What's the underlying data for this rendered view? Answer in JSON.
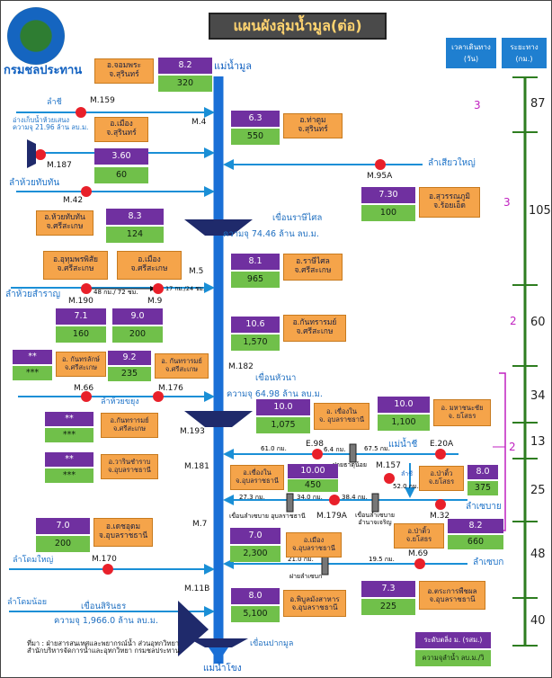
{
  "title": "แผนผังลุ่มน้ำมูล(ต่อ)",
  "logo_text": "กรมชลประทาน",
  "river_mun_top": "แม่น้ำมูล",
  "river_mun_bottom": "แม่น้ำโขง",
  "river_chi": "แม่น้ำชี",
  "right_headers": {
    "travel_time": "เวลาเดินทาง\n(วัน)",
    "distance": "ระยะทาง\n(กม.)"
  },
  "tributaries": [
    "ลำชี",
    "ลำห้วยทับทัน",
    "ลำห้วยสำราญ",
    "ลำห้วยขยุง",
    "ลำโดมใหญ่",
    "ลำโดมน้อย",
    "ลำเสียวใหญ่",
    "ลำเซบาย",
    "ลำเซบก"
  ],
  "reservoir_note": "อ่างเก็บน้ำห้วยเสนง\nความจุ 21.96 ล้าน ลบ.ม.",
  "stations": [
    "M.159",
    "M.4",
    "M.187",
    "M.95A",
    "M.42",
    "M.5",
    "M.190",
    "M.9",
    "M.182",
    "M.66",
    "M.176",
    "M.193",
    "M.181",
    "E.98",
    "E.20A",
    "M.157",
    "M.7",
    "M.179A",
    "M.32",
    "M.170",
    "M.69",
    "M.11B"
  ],
  "dams": {
    "rasi_salai": {
      "name": "เขื่อนราษีไศล",
      "capacity": "ความจุ 74.46 ล้าน ลบ.ม."
    },
    "hua_na": {
      "name": "เขื่อนหัวนา",
      "capacity": "ความจุ 64.98 ล้าน ลบ.ม."
    },
    "sirindhorn": {
      "name": "เขื่อนสิรินธร",
      "capacity": "ความจุ 1,966.0 ล้าน ลบ.ม."
    },
    "pak_mun": {
      "name": "เขื่อนปากมูล"
    }
  },
  "small_labels": {
    "d_48_72": "48 กม./ 72 ชม.",
    "d_17_24": "17 กม./24 ชม.",
    "d_61": "61.0 กม.",
    "d_6_4": "6.4 กม.",
    "d_67_5": "67.5 กม.",
    "chi_river_mouth": "ฝายธาตุน้อย",
    "d_27_3": "27.3 กม.",
    "d_34": "34.0 กม.",
    "d_38_4": "38.4 กม.",
    "d_52": "52.0 กม.",
    "weir_sebai_ub": "เขื่อนลำเซบาย อุบลราชธานี",
    "weir_sebai_am": "เขื่อนลำเซบาย\nอำนาจเจริญ",
    "d_21": "21.0 กม.",
    "d_19_5": "19.5 กม.",
    "weir_sebok": "ฝายลำเซบก",
    "chi_label_vertical": "ลำชี"
  },
  "districts": {
    "chom_phra": "อ.จอมพระ\nจ.สุรินทร์",
    "tha_tum": "อ.ท่าตูม\nจ.สุรินทร์",
    "mueang_surin": "อ.เมือง\nจ.สุรินทร์",
    "suwannaphum": "อ.สุวรรณภูมิ\nจ.ร้อยเอ็ด",
    "huai_thap_than": "อ.ห้วยทับทัน\nจ.ศรีสะเกษ",
    "uthumphon": "อ.อุทุมพรพิสัย\nจ.ศรีสะเกษ",
    "mueang_sisaket": "อ.เมือง\nจ.ศรีสะเกษ",
    "rasi_salai": "อ.ราษีไศล\nจ.ศรีสะเกษ",
    "kanthararom1": "อ.กันทรารมย์\nจ.ศรีสะเกษ",
    "kanthararak": "อ. กันทรลักษ์\nจ.ศรีสะเกษ",
    "kanthararom2": "อ. กันทรารมย์\nจ.ศรีสะเกษ",
    "khueang_nai1": "อ. เขื่องใน\nจ. อุบลราชธานี",
    "maha_chana_chai": "อ. มหาชนะชัย\nจ. ยโสธร",
    "kanthararom3": "อ.กันทรารมย์\nจ.ศรีสะเกษ",
    "khueang_nai2": "อ.เขื่องใน\nจ.อุบลราชธานี",
    "pa_tio1": "อ.ป่าติ้ว\nจ.ยโสธร",
    "warin_chamrap": "อ.วารินชำราบ\nจ.อุบลราชธานี",
    "det_udom": "อ.เดชอุดม\nจ.อุบลราชธานี",
    "mueang_ubon": "อ.เมือง\nจ.อุบลราชธานี",
    "pa_tio2": "อ.ป่าติ้ว\nจ.ยโสธร",
    "phibun": "อ.พิบูลมังสาหาร\nจ.อุบลราชธานี",
    "trakan": "อ.ตระการพืชผล\nจ.อุบลราชธานี"
  },
  "values": {
    "chom_phra": [
      "8.2",
      "320"
    ],
    "tha_tum": [
      "6.3",
      "550"
    ],
    "mueang_surin": [
      "3.60",
      "60"
    ],
    "suwannaphum": [
      "7.30",
      "100"
    ],
    "huai_thap_than": [
      "8.3",
      "124"
    ],
    "rasi_salai": [
      "8.1",
      "965"
    ],
    "uthumphon": [
      "7.1",
      "160"
    ],
    "mueang_sisaket": [
      "9.0",
      "200"
    ],
    "kanthararom1": [
      "10.6",
      "1,570"
    ],
    "kanthararak": [
      "**",
      "***"
    ],
    "kanthararom2": [
      "9.2",
      "235"
    ],
    "khueang_nai1": [
      "10.0",
      "1,075"
    ],
    "maha_chana_chai": [
      "10.0",
      "1,100"
    ],
    "kanthararom3": [
      "**",
      "***"
    ],
    "khueang_nai2": [
      "10.00",
      "450"
    ],
    "pa_tio1": [
      "8.0",
      "375"
    ],
    "warin_chamrap": [
      "**",
      "***"
    ],
    "det_udom": [
      "7.0",
      "200"
    ],
    "mueang_ubon": [
      "7.0",
      "2,300"
    ],
    "pa_tio2": [
      "8.2",
      "660"
    ],
    "phibun": [
      "8.0",
      "5,100"
    ],
    "trakan": [
      "7.3",
      "225"
    ]
  },
  "scale": {
    "distances": [
      "87",
      "105",
      "60",
      "34",
      "13",
      "25",
      "48",
      "40"
    ],
    "travel_days": [
      "3",
      "3",
      "2",
      "2"
    ]
  },
  "legend": {
    "level": "ระดับตลิ่ง ม. (รสม.)",
    "capacity": "ความจุลำน้ำ ลบ.ม./วิ"
  },
  "source": "ที่มา : ฝ่ายสารสนเทศและพยากรณ์น้ำ ส่วนอุทกวิทยา\nสำนักบริหารจัดการน้ำและอุทกวิทยา กรมชลประทาน",
  "colors": {
    "river": "#1a6fd6",
    "station": "#e8202a",
    "orange": "#f5a44a",
    "purple": "#7030a0",
    "green": "#70c04a",
    "scale": "#2e7d20",
    "title_bg": "#4a4a4a"
  }
}
